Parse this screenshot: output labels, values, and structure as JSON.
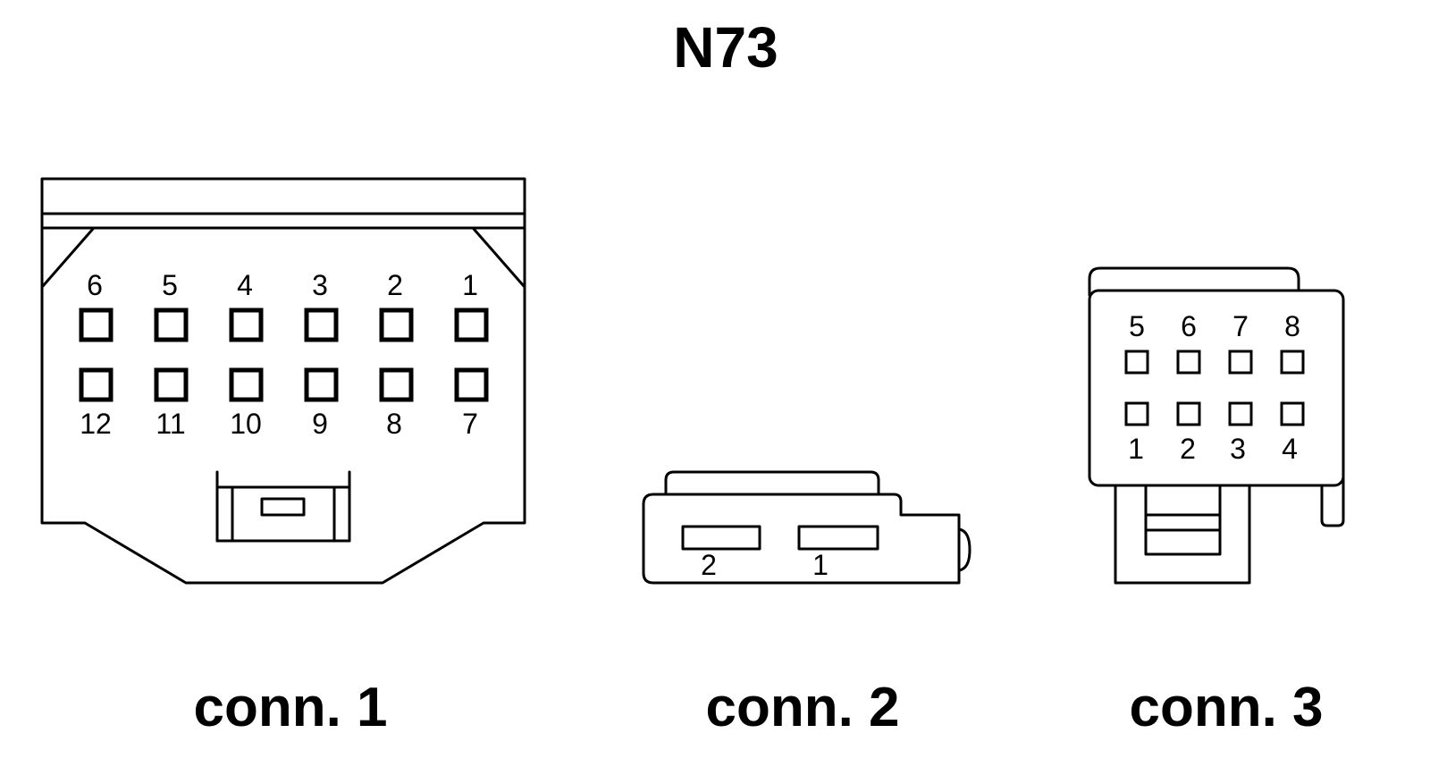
{
  "title": "N73",
  "connectors": [
    {
      "caption": "conn. 1",
      "top_pin_labels": [
        "6",
        "5",
        "4",
        "3",
        "2",
        "1"
      ],
      "bottom_pin_labels": [
        "12",
        "11",
        "10",
        "9",
        "8",
        "7"
      ]
    },
    {
      "caption": "conn. 2",
      "pin_labels": [
        "2",
        "1"
      ]
    },
    {
      "caption": "conn. 3",
      "top_pin_labels": [
        "5",
        "6",
        "7",
        "8"
      ],
      "bottom_pin_labels": [
        "1",
        "2",
        "3",
        "4"
      ]
    }
  ]
}
